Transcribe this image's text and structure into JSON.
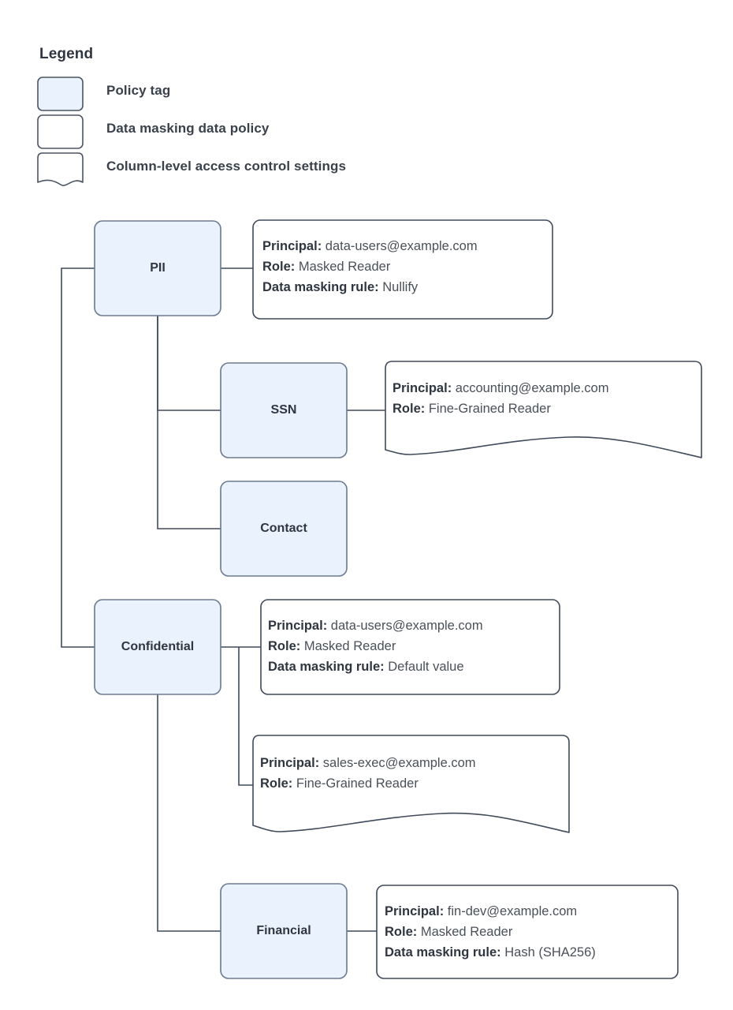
{
  "legend": {
    "title": "Legend",
    "items": [
      {
        "shape": "policy-tag",
        "label": "Policy tag",
        "fill": "#eaf2fd",
        "stroke": "#4b5563"
      },
      {
        "shape": "data-masking-data-policy",
        "label": "Data masking data policy",
        "fill": "#ffffff",
        "stroke": "#4b5563"
      },
      {
        "shape": "column-level-access-control-settings",
        "label": "Column-level access control settings",
        "fill": "#ffffff",
        "stroke": "#4b5563"
      }
    ]
  },
  "colors": {
    "tag_fill": "#eaf2fd",
    "tag_stroke": "#6b7a90",
    "callout_fill": "#ffffff",
    "callout_stroke": "#3f4a5a",
    "connector": "#3f4a5a",
    "text": "#2f3640",
    "text_value": "#4a5057"
  },
  "nodes": [
    {
      "id": "pii",
      "label": "PII",
      "type": "policy-tag"
    },
    {
      "id": "ssn",
      "label": "SSN",
      "type": "policy-tag"
    },
    {
      "id": "contact",
      "label": "Contact",
      "type": "policy-tag"
    },
    {
      "id": "confidential",
      "label": "Confidential",
      "type": "policy-tag"
    },
    {
      "id": "financial",
      "label": "Financial",
      "type": "policy-tag"
    }
  ],
  "callouts": [
    {
      "id": "pii-callout",
      "attached_to": "pii",
      "style": "data-masking-data-policy",
      "lines": [
        {
          "key": "Principal:",
          "value": "data-users@example.com"
        },
        {
          "key": "Role:",
          "value": "Masked Reader"
        },
        {
          "key": "Data masking rule:",
          "value": "Nullify"
        }
      ]
    },
    {
      "id": "ssn-callout",
      "attached_to": "ssn",
      "style": "column-level-access-control-settings",
      "lines": [
        {
          "key": "Principal:",
          "value": "accounting@example.com"
        },
        {
          "key": "Role:",
          "value": "Fine-Grained Reader"
        }
      ]
    },
    {
      "id": "confidential-callout",
      "attached_to": "confidential",
      "style": "data-masking-data-policy",
      "lines": [
        {
          "key": "Principal:",
          "value": "data-users@example.com"
        },
        {
          "key": "Role:",
          "value": "Masked Reader"
        },
        {
          "key": "Data masking rule:",
          "value": "Default value"
        }
      ]
    },
    {
      "id": "confidential-acl-callout",
      "attached_to": "confidential",
      "style": "column-level-access-control-settings",
      "lines": [
        {
          "key": "Principal:",
          "value": "sales-exec@example.com"
        },
        {
          "key": "Role:",
          "value": "Fine-Grained Reader"
        }
      ]
    },
    {
      "id": "financial-callout",
      "attached_to": "financial",
      "style": "data-masking-data-policy",
      "lines": [
        {
          "key": "Principal:",
          "value": "fin-dev@example.com"
        },
        {
          "key": "Role:",
          "value": "Masked Reader"
        },
        {
          "key": "Data masking rule:",
          "value": "Hash (SHA256)"
        }
      ]
    }
  ]
}
